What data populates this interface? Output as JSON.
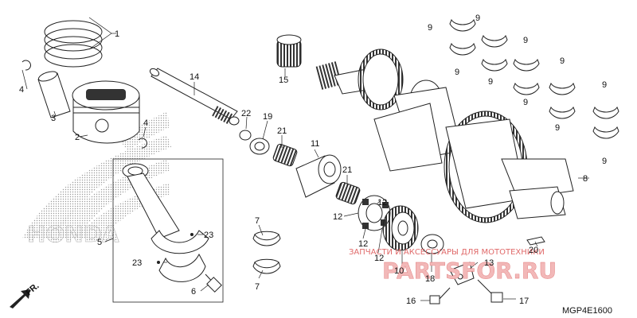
{
  "diagram": {
    "code": "MGP4E1600",
    "brand": "HONDA",
    "direction_label": "FR.",
    "watermark_top": "ЗАПЧАСТИ И АКСЕССУАРЫ ДЛЯ МОТОТЕХНИКИ",
    "watermark_site": "PARTSFOR.RU",
    "callouts": {
      "c1": "1",
      "c2": "2",
      "c3": "3",
      "c4a": "4",
      "c4b": "4",
      "c5": "5",
      "c6": "6",
      "c7a": "7",
      "c7b": "7",
      "c8": "8",
      "c9_1": "9",
      "c9_2": "9",
      "c9_3": "9",
      "c9_4": "9",
      "c9_5": "9",
      "c9_6": "9",
      "c9_7": "9",
      "c9_8": "9",
      "c9_9": "9",
      "c9_10": "9",
      "c10": "10",
      "c11": "11",
      "c12a": "12",
      "c12b": "12",
      "c12c": "12",
      "c12d": "12",
      "c13": "13",
      "c14": "14",
      "c15": "15",
      "c16": "16",
      "c17": "17",
      "c18": "18",
      "c19": "19",
      "c20": "20",
      "c21a": "21",
      "c21b": "21",
      "c22": "22",
      "c23a": "23",
      "c23b": "23"
    }
  }
}
